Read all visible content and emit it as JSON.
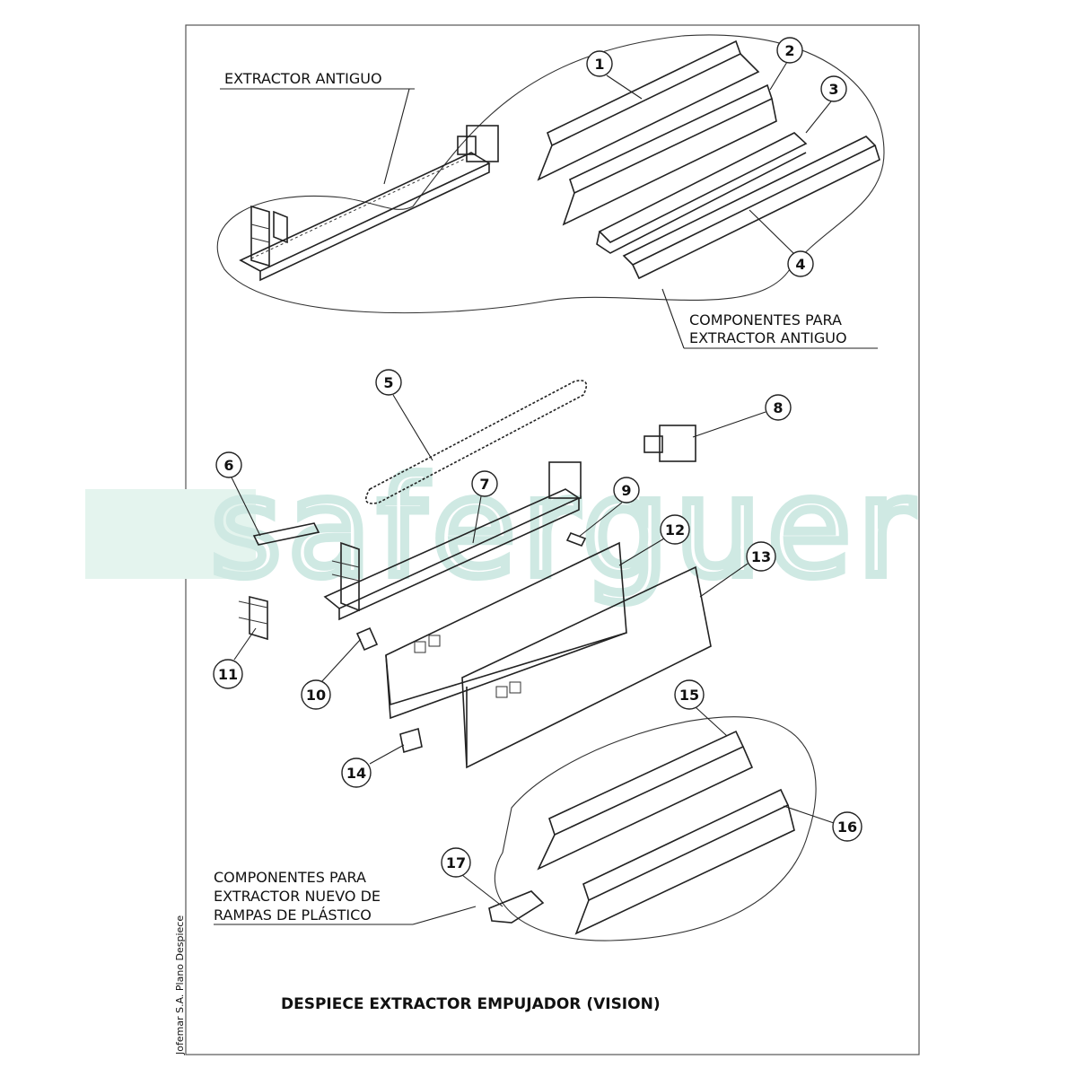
{
  "labels": {
    "old_extractor": "EXTRACTOR ANTIGUO",
    "components_old_line1": "COMPONENTES PARA",
    "components_old_line2": "EXTRACTOR ANTIGUO",
    "components_new_line1": "COMPONENTES PARA",
    "components_new_line2": "EXTRACTOR NUEVO DE",
    "components_new_line3": "RAMPAS DE PLÁSTICO",
    "title": "DESPIECE EXTRACTOR EMPUJADOR (VISION)",
    "side_note": "Jofemar S.A. Plano Despiece",
    "watermark": "saferguer"
  },
  "callouts": [
    "1",
    "2",
    "3",
    "4",
    "5",
    "6",
    "7",
    "8",
    "9",
    "10",
    "11",
    "12",
    "13",
    "14",
    "15",
    "16",
    "17"
  ],
  "colors": {
    "line": "#222222",
    "watermark": "#cfe9e3",
    "background": "#ffffff"
  }
}
